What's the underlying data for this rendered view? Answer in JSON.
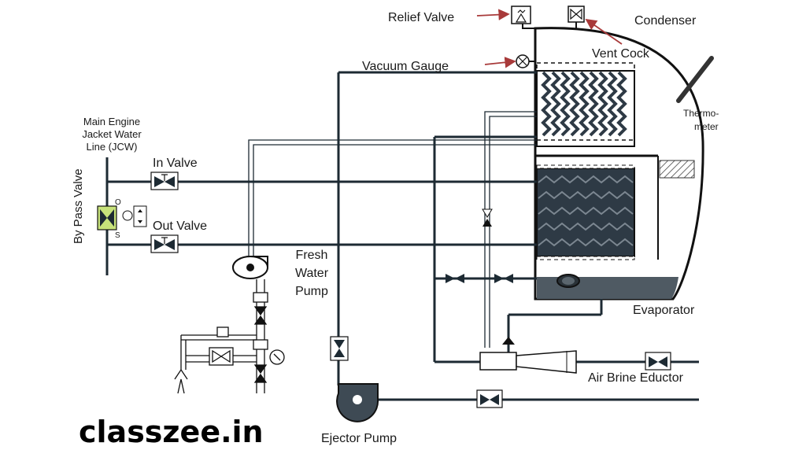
{
  "labels": {
    "relief_valve": "Relief Valve",
    "condenser": "Condenser",
    "vent_cock": "Vent Cock",
    "vacuum_gauge": "Vacuum Gauge",
    "main_engine_1": "Main Engine",
    "main_engine_2": "Jacket Water",
    "main_engine_3": "Line (JCW)",
    "thermometer_1": "Thermo-",
    "thermometer_2": "meter",
    "in_valve": "In Valve",
    "out_valve": "Out Valve",
    "by_pass_valve": "By Pass Valve",
    "fresh_water_1": "Fresh",
    "fresh_water_2": "Water",
    "fresh_water_3": "Pump",
    "evaporator": "Evaporator",
    "air_brine_eductor": "Air Brine Eductor",
    "ejector_pump": "Ejector Pump",
    "bypass_open": "O",
    "bypass_shut": "S"
  },
  "brand": "classzee.in",
  "colors": {
    "pipe": "#1d2a33",
    "pipe_fill": "#46535c",
    "coil": "#2e3a45",
    "arrow": "#a83a3a",
    "valve_green": "#c7e27a",
    "brine": "#4f5a63"
  }
}
